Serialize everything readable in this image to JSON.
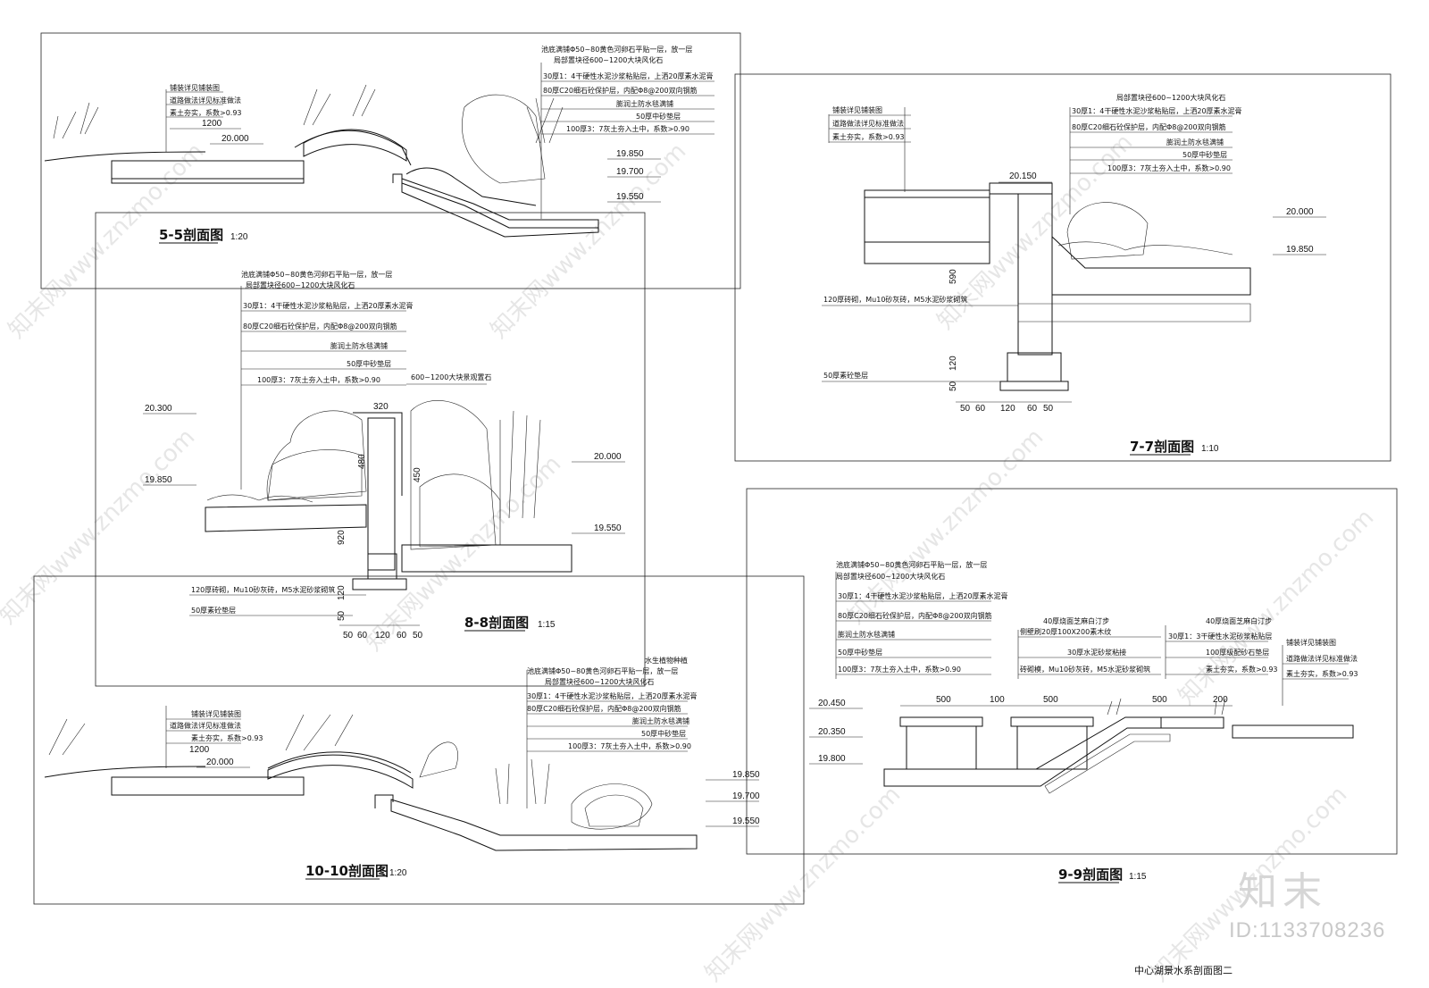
{
  "sheet_title": "中心湖景水系剖面图二",
  "brand": "知末",
  "id_label": "ID:1133708236",
  "watermark": "知末网www.znzmo.com",
  "sections": {
    "s55": {
      "title": "5-5剖面图",
      "scale": "1:20",
      "notes_left": [
        "铺装详见铺装图",
        "道路做法详见标准做法",
        "素土夯实，系数>0.93"
      ],
      "notes_right": [
        "池底满铺Φ50~80黄色河卵石平贴一层，放一层",
        "局部置块径600~1200大块风化石",
        "30厚1：4干硬性水泥沙浆粘贴层，上洒20厚素水泥膏",
        "80厚C20细石砼保护层，内配Φ8@200双向钢筋",
        "膨润土防水毯满铺",
        "50厚中砂垫层",
        "100厚3：7灰土夯入土中，系数>0.90"
      ],
      "dims": [
        "1200"
      ],
      "elevations": [
        "20.000",
        "19.850",
        "19.700",
        "19.550"
      ]
    },
    "s77": {
      "title": "7-7剖面图",
      "scale": "1:10",
      "notes_left": [
        "铺装详见铺装图",
        "道路做法详见标准做法",
        "素土夯实，系数>0.93"
      ],
      "notes_right": [
        "局部置块径600~1200大块风化石",
        "30厚1：4干硬性水泥沙浆粘贴层，上洒20厚素水泥膏",
        "80厚C20细石砼保护层，内配Φ8@200双向钢筋",
        "膨润土防水毯满铺",
        "50厚中砂垫层",
        "100厚3：7灰土夯入土中，系数>0.90"
      ],
      "notes_bottom": [
        "120厚砖砌，Mu10砂灰砖，M5水泥砂浆砌筑",
        "50厚素砼垫层"
      ],
      "dims": [
        "590",
        "120",
        "50",
        "50",
        "60",
        "120",
        "60",
        "50"
      ],
      "elevations": [
        "20.150",
        "20.000",
        "19.850"
      ]
    },
    "s88": {
      "title": "8-8剖面图",
      "scale": "1:15",
      "notes_top": [
        "池底满铺Φ50~80黄色河卵石平贴一层，放一层",
        "局部置块径600~1200大块风化石",
        "30厚1：4干硬性水泥沙浆粘贴层，上洒20厚素水泥膏",
        "80厚C20细石砼保护层，内配Φ8@200双向钢筋",
        "膨润土防水毯满铺",
        "50厚中砂垫层",
        "100厚3：7灰土夯入土中，系数>0.90"
      ],
      "note_rock": "600~1200大块景观置石",
      "notes_bottom": [
        "120厚砖砌，Mu10砂灰砖，M5水泥砂浆砌筑",
        "50厚素砼垫层"
      ],
      "dims": [
        "320",
        "480",
        "450",
        "920",
        "120",
        "50",
        "50",
        "60",
        "120",
        "60",
        "50"
      ],
      "elevations": [
        "20.300",
        "19.850",
        "20.000",
        "19.550"
      ]
    },
    "s1010": {
      "title": "10-10剖面图",
      "scale": "1:20",
      "notes_left": [
        "铺装详见铺装图",
        "道路做法详见标准做法",
        "素土夯实，系数>0.93"
      ],
      "notes_right": [
        "水生植物种植",
        "池底满铺Φ50~80黄色河卵石平贴一层，放一层",
        "局部置块径600~1200大块风化石",
        "30厚1：4干硬性水泥沙浆粘贴层，上洒20厚素水泥膏",
        "80厚C20细石砼保护层，内配Φ8@200双向钢筋",
        "膨润土防水毯满铺",
        "50厚中砂垫层",
        "100厚3：7灰土夯入土中，系数>0.90"
      ],
      "dims": [
        "1200"
      ],
      "elevations": [
        "20.000",
        "19.850",
        "19.700",
        "19.550"
      ]
    },
    "s99": {
      "title": "9-9剖面图",
      "scale": "1:15",
      "notes_left": [
        "池底满铺Φ50~80黄色河卵石平贴一层，放一层",
        "局部置块径600~1200大块风化石",
        "30厚1：4干硬性水泥沙浆粘贴层，上洒20厚素水泥膏",
        "80厚C20细石砼保护层，内配Φ8@200双向钢筋",
        "膨润土防水毯满铺",
        "50厚中砂垫层",
        "100厚3：7灰土夯入土中，系数>0.90"
      ],
      "notes_mid": [
        "40厚烧面芝麻白汀步",
        "侧壁刷20厚100X200素木纹",
        "30厚水泥砂浆粘接",
        "砖砌模，Mu10砂灰砖，M5水泥砂浆砌筑"
      ],
      "notes_mid2": [
        "40厚烧面芝麻白汀步",
        "30厚1：3干硬性水泥砂浆粘贴层",
        "100厚级配砂石垫层",
        "素土夯实，系数>0.93"
      ],
      "notes_right": [
        "铺装详见铺装图",
        "道路做法详见标准做法",
        "素土夯实，系数>0.93"
      ],
      "dims": [
        "500",
        "100",
        "500",
        "500",
        "200"
      ],
      "elevations": [
        "20.450",
        "20.350",
        "19.800"
      ]
    }
  }
}
